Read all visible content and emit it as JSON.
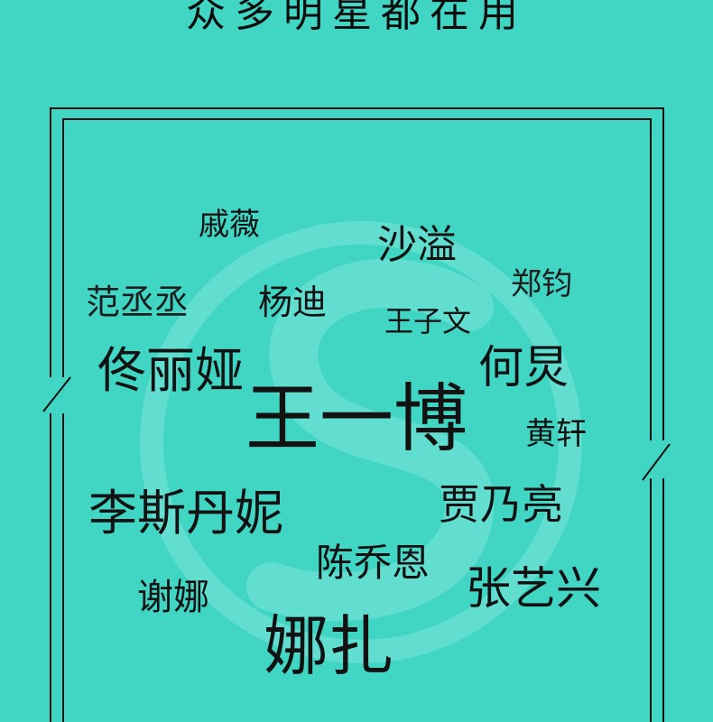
{
  "header": {
    "title": "众多明星都在用"
  },
  "colors": {
    "background": "#41d6c4",
    "text": "#111111",
    "frame": "#111111",
    "watermark": "#7ee6da"
  },
  "watermark_icon": "swirl-logo-icon",
  "names": [
    "戚薇",
    "沙溢",
    "郑钧",
    "范丞丞",
    "杨迪",
    "王子文",
    "佟丽娅",
    "何炅",
    "王一博",
    "黄轩",
    "贾乃亮",
    "李斯丹妮",
    "陈乔恩",
    "张艺兴",
    "谢娜",
    "娜扎"
  ]
}
